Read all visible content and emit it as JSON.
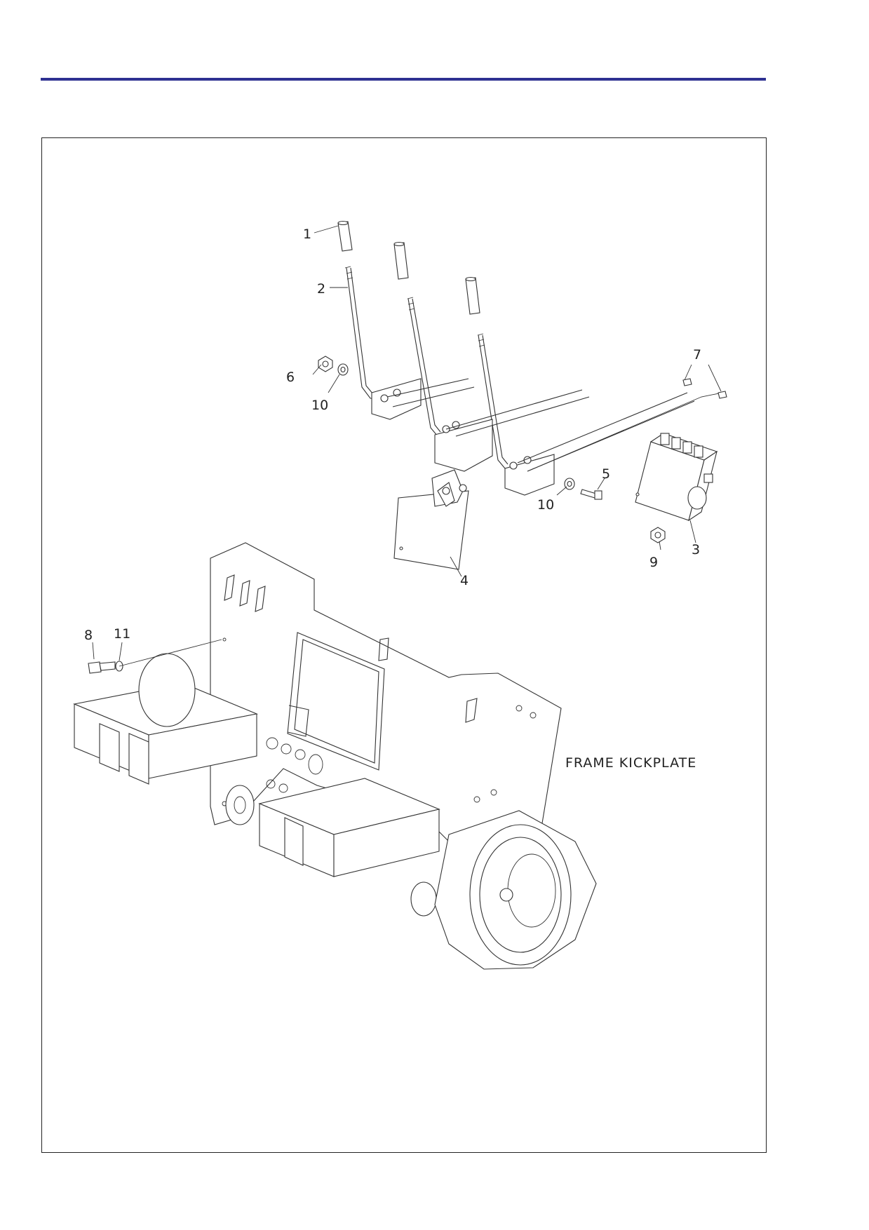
{
  "callouts": {
    "c1": "1",
    "c2": "2",
    "c3": "3",
    "c4": "4",
    "c5": "5",
    "c6": "6",
    "c7": "7",
    "c8": "8",
    "c9": "9",
    "c10a": "10",
    "c10b": "10",
    "c11": "11"
  },
  "frame_label": "FRAME KICKPLATE",
  "colors": {
    "rule": "#2e3192",
    "line": "#333333"
  }
}
